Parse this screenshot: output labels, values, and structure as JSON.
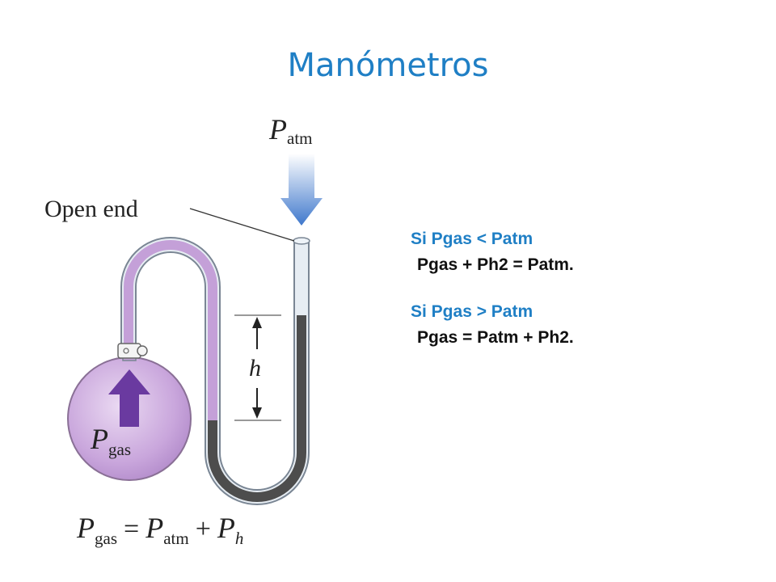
{
  "title": "Manómetros",
  "figure": {
    "open_end_label": "Open end",
    "patm_symbol": "P",
    "patm_subscript": "atm",
    "height_label": "h",
    "pgas_symbol": "P",
    "pgas_subscript": "gas",
    "equation": {
      "lhs_symbol": "P",
      "lhs_sub": "gas",
      "equals": "=",
      "t1_symbol": "P",
      "t1_sub": "atm",
      "plus": "+",
      "t2_symbol": "P",
      "t2_sub": "h"
    }
  },
  "notes": {
    "case1_condition": "Si Pgas < Patm",
    "case1_equation": "Pgas + Ph2 = Patm.",
    "case2_condition": "Si Pgas > Patm",
    "case2_equation": "Pgas = Patm + Ph2."
  },
  "colors": {
    "title": "#1f7fc5",
    "arrow_blue": "#4a7fd0",
    "gas_purple": "#c9a6dc",
    "arrow_purple": "#6a3aa0",
    "mercury": "#4d4d4d"
  }
}
